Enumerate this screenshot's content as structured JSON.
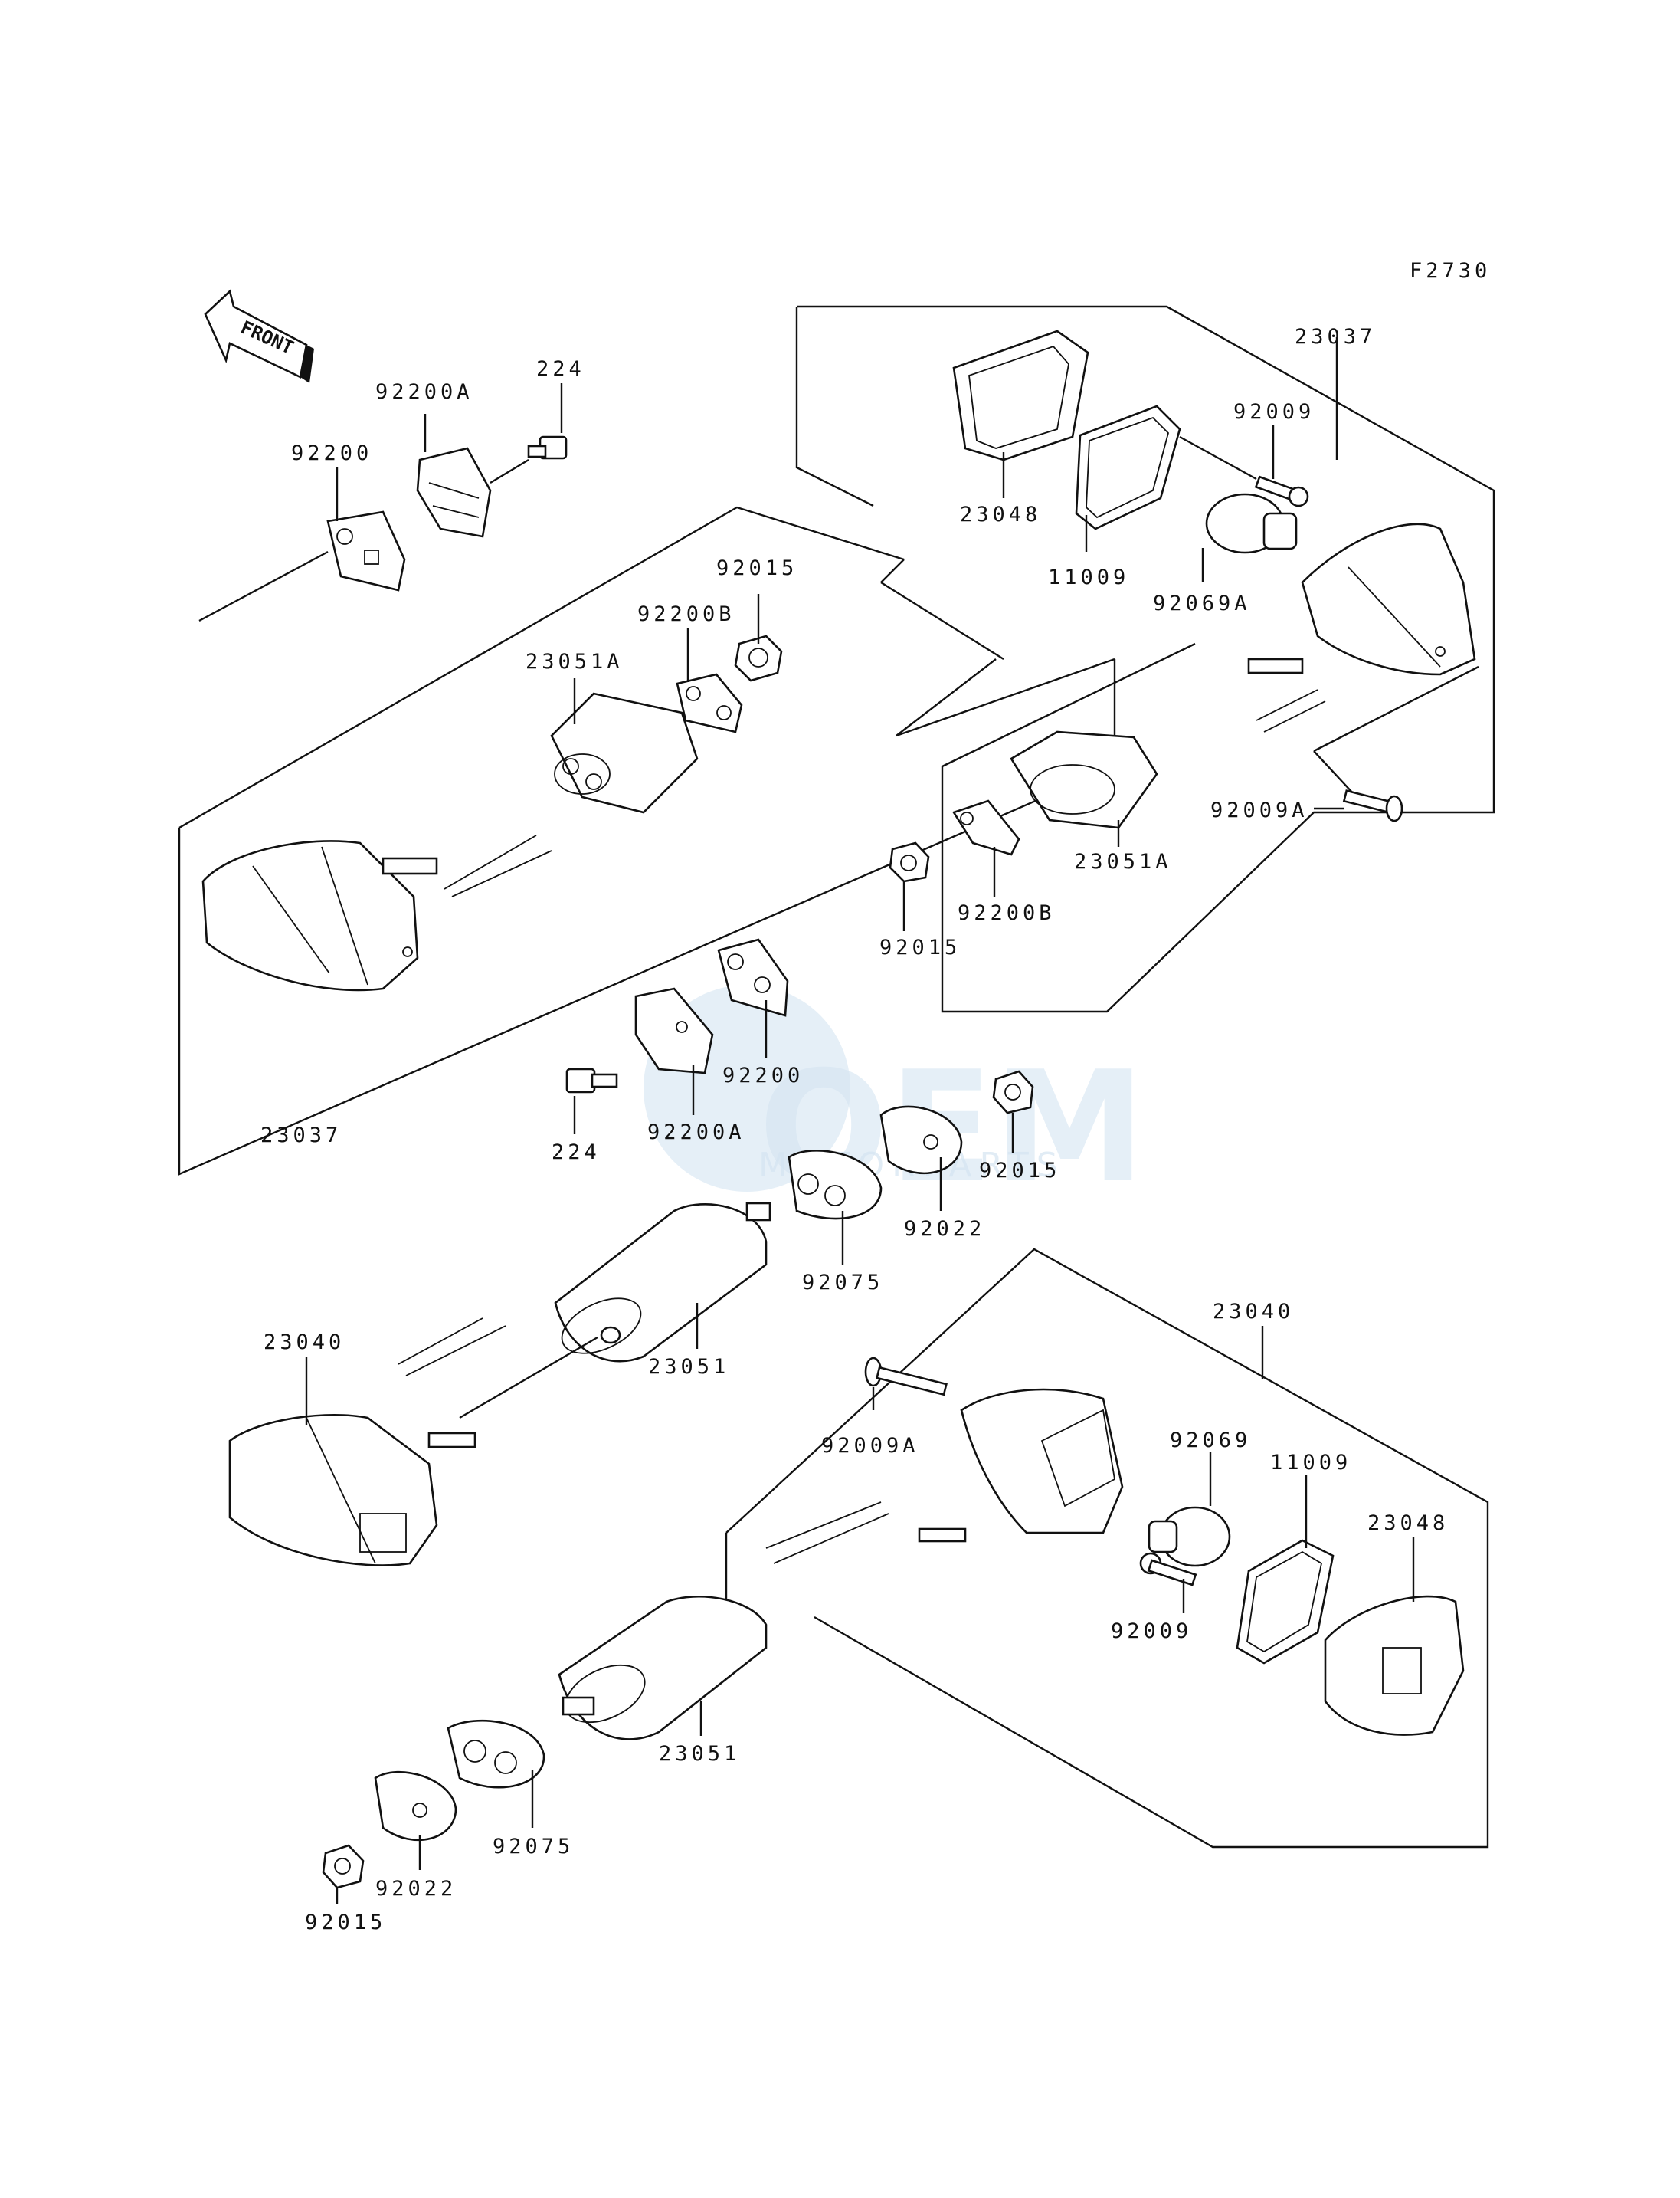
{
  "figure_code": "F2730",
  "front_label": "FRONT",
  "watermark": {
    "text": "OEM",
    "subtext": "MOTORPARTS"
  },
  "callouts": {
    "c1": "92200A",
    "c2": "224",
    "c3": "92200",
    "c4": "92015",
    "c5": "92200B",
    "c6": "23051A",
    "c7": "23037",
    "c8": "23048",
    "c9": "11009",
    "c10": "92009",
    "c11": "92069A",
    "c12": "23037",
    "c13": "92009A",
    "c14": "23051A",
    "c15": "92200B",
    "c16": "92015",
    "c17": "92200",
    "c18": "92200A",
    "c19": "224",
    "c20": "92015",
    "c21": "92022",
    "c22": "92075",
    "c23": "23040",
    "c24": "23051",
    "c25": "23040",
    "c26": "92009A",
    "c27": "92069",
    "c28": "11009",
    "c29": "23048",
    "c30": "92009",
    "c31": "23051",
    "c32": "92075",
    "c33": "92022",
    "c34": "92015"
  }
}
